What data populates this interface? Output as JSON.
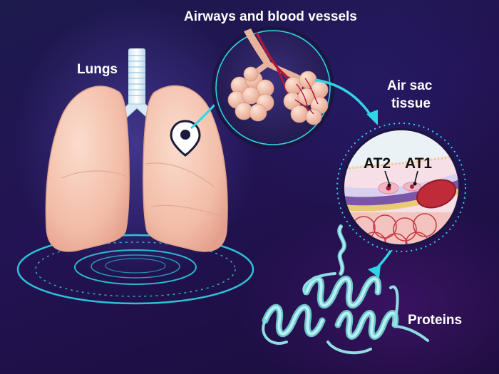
{
  "labels": {
    "lungs": "Lungs",
    "airways": "Airways and blood vessels",
    "air_sac_line1": "Air sac",
    "air_sac_line2": "tissue",
    "at2": "AT2",
    "at1": "AT1",
    "proteins": "Proteins"
  },
  "icons": {
    "location": "location-pin-icon"
  },
  "colors": {
    "accent": "#2fd6e8",
    "lung": "#f5c4b0",
    "lung_shade": "#e7a896",
    "alveoli": "#f0c2ae",
    "vessel": "#b0183a",
    "protein": "#8fdde2",
    "label": "#ffffff"
  }
}
